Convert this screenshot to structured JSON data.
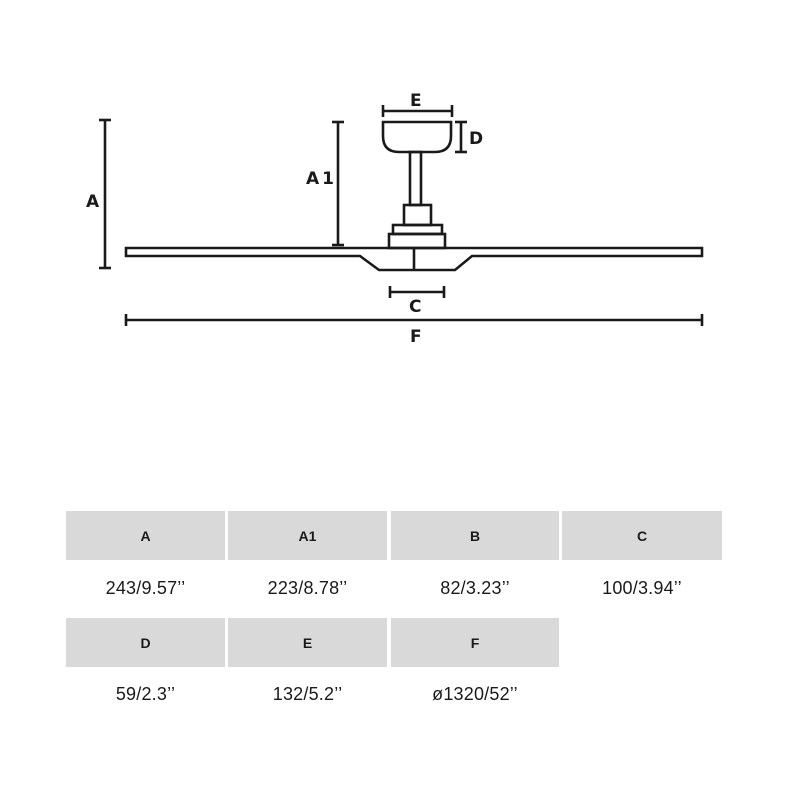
{
  "diagram": {
    "title": "Ceiling fan dimension drawing",
    "labels": {
      "A": "A",
      "A1": "A1",
      "C": "C",
      "D": "D",
      "E": "E",
      "F": "F"
    },
    "stroke_color": "#1a1a1a"
  },
  "table": {
    "header_bg": "#d9d9d9",
    "rows": [
      {
        "headers": [
          "A",
          "A1",
          "B",
          "C"
        ],
        "values": [
          "243/9.57’’",
          "223/8.78’’",
          "82/3.23’’",
          "100/3.94’’"
        ]
      },
      {
        "headers": [
          "D",
          "E",
          "F"
        ],
        "values": [
          "59/2.3’’",
          "132/5.2’’",
          "ø1320/52’’"
        ]
      }
    ]
  }
}
